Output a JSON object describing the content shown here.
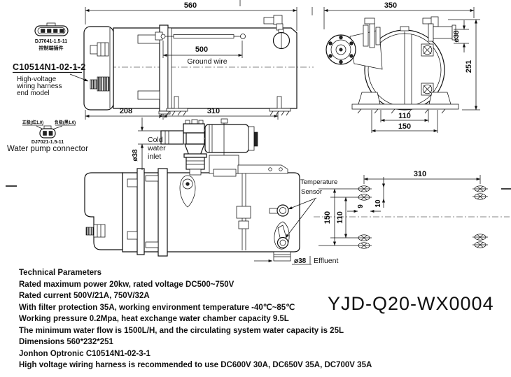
{
  "drawing": {
    "side_view": {
      "total_length": "560",
      "ground_wire_length": "500",
      "ground_wire_label": "Ground wire",
      "left_span": "208",
      "right_span": "310"
    },
    "end_view": {
      "width": "350",
      "height": "251",
      "port_dia": "ø38",
      "base_inner": "110",
      "base_outer": "150"
    },
    "plan_view": {
      "inlet_dia": "ø38",
      "inlet_word1": "Cold",
      "inlet_word2": "water",
      "inlet_word3": "inlet",
      "sensor_word1": "Temperature",
      "sensor_word2": "Sensor",
      "effluent_dia": "ø38",
      "effluent_label": "Effluent"
    },
    "hole_pattern": {
      "span": "310",
      "outer": "150",
      "inner": "110",
      "slot_width": "9",
      "slot_gap": "10"
    },
    "annotations": {
      "control_connector_pn": "DJ7041-1.5-11",
      "control_connector_cn": "控制端插件",
      "hv_pn": "C10514N1-02-1-2",
      "hv_line1": "High-voltage",
      "hv_line2": "wiring harness",
      "hv_line3": "end model",
      "pump_pin_left": "正极(红1.0)",
      "pump_pin_right": "负极(黑1.0)",
      "pump_connector_pn": "DJ7021-1.5-11",
      "pump_connector_label": "Water pump connector"
    }
  },
  "tech": {
    "heading": "Technical Parameters",
    "lines": [
      "Rated maximum power 20kw, rated voltage DC500~750V",
      "Rated current 500V/21A, 750V/32A",
      "With filter protection 35A, working environment temperature -40℃~85℃",
      "Working pressure 0.2Mpa, heat exchange water chamber capacity 9.5L",
      "The minimum water flow is 1500L/H, and the circulating system water capacity is 25L",
      "Dimensions 560*232*251",
      "Jonhon Optronic C10514N1-02-3-1",
      "High voltage wiring harness is recommended to use DC600V 30A, DC650V 35A, DC700V 35A"
    ]
  },
  "model_code": "YJD-Q20-WX0004"
}
